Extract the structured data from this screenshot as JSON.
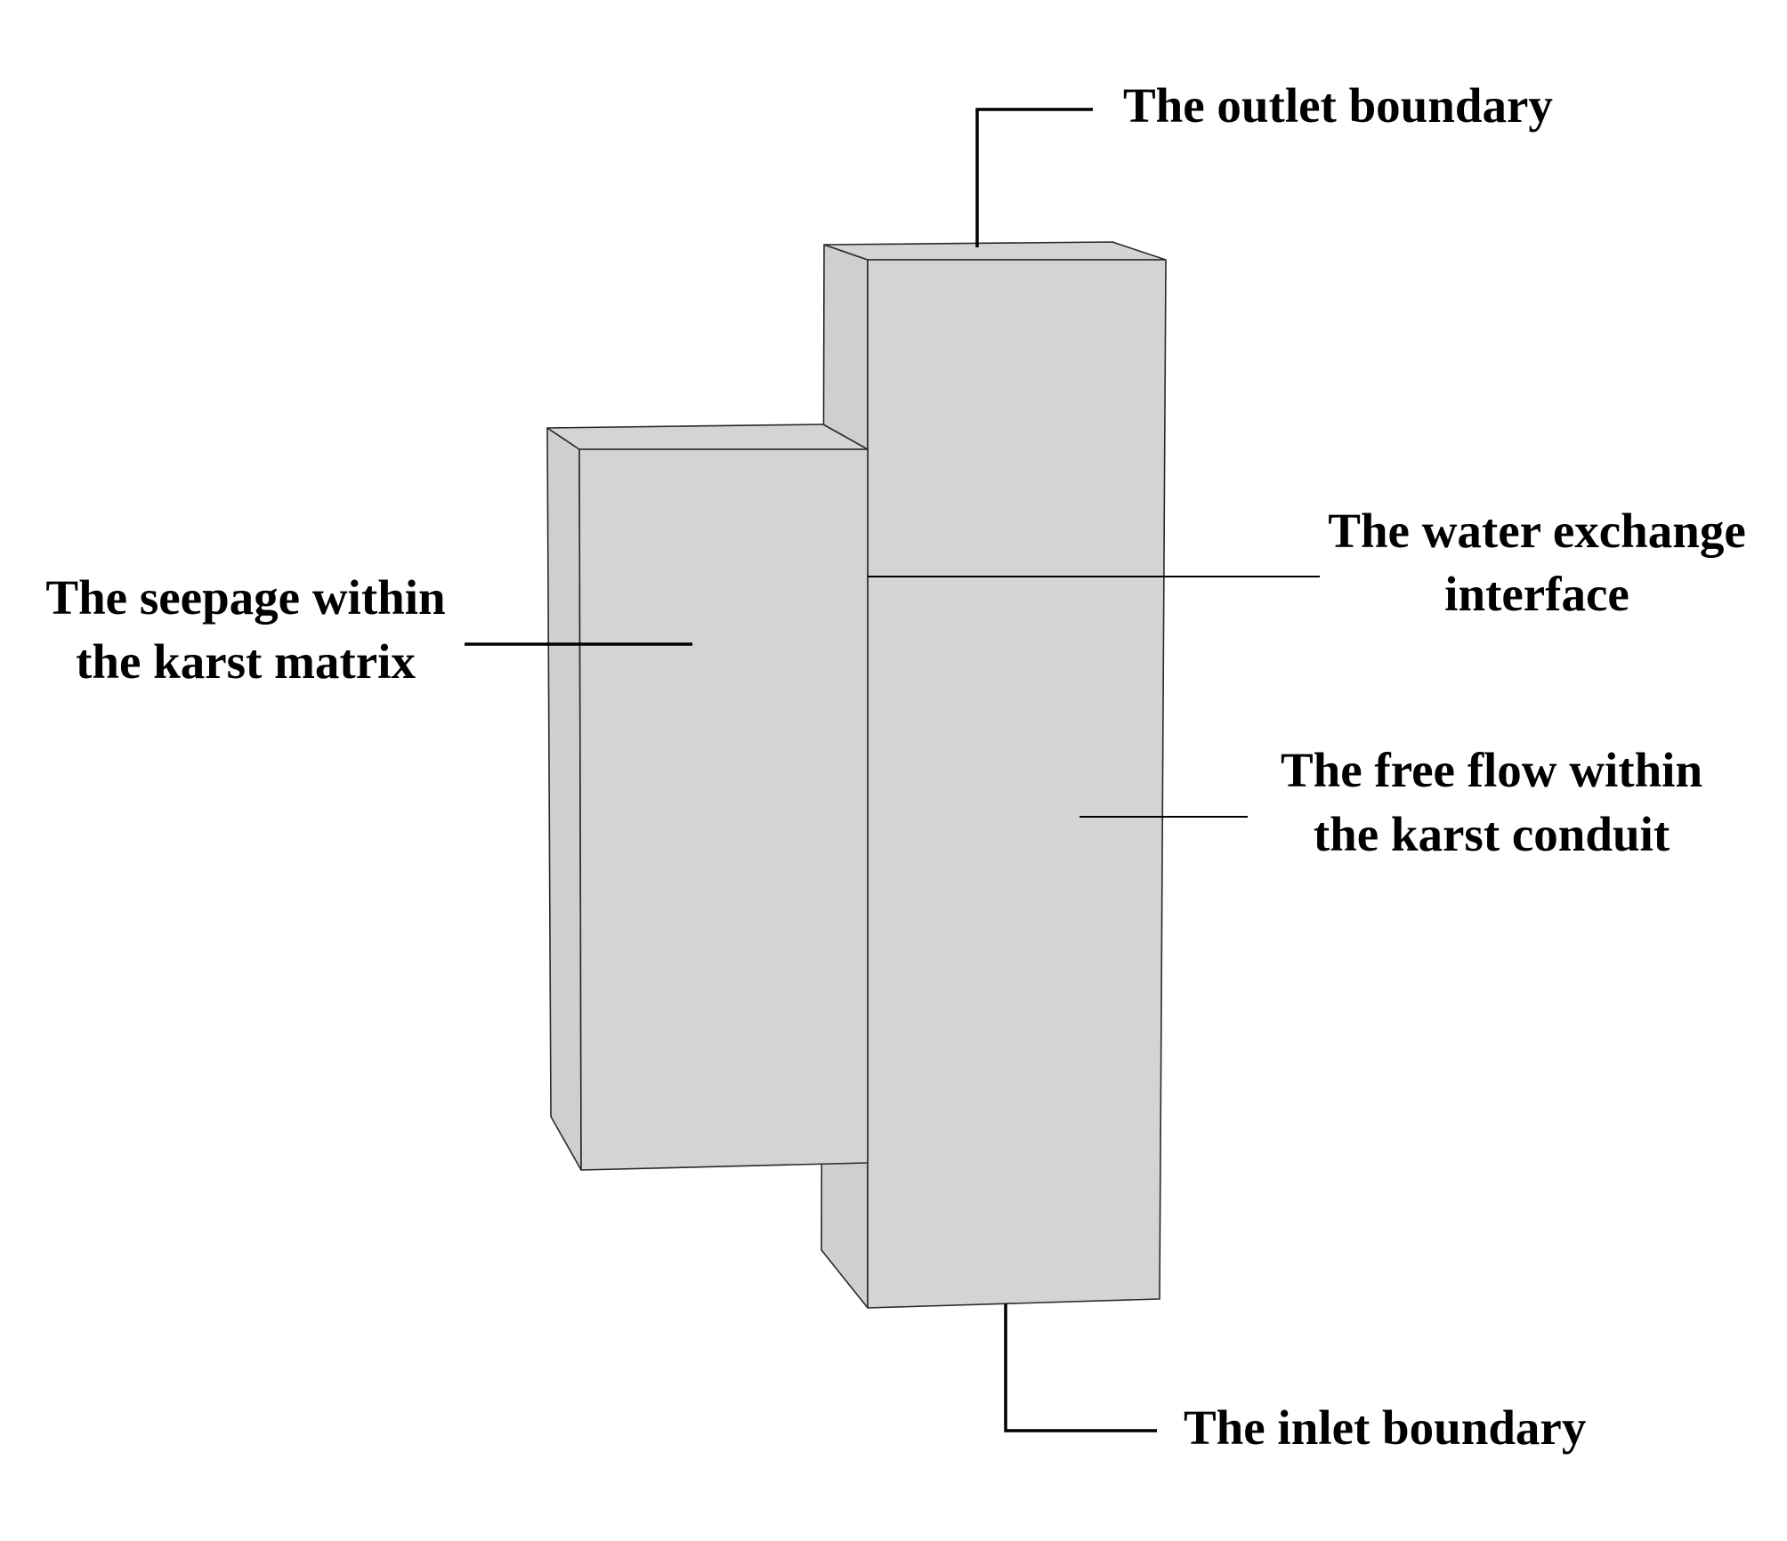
{
  "labels": {
    "outlet": "The outlet boundary",
    "exchange_line1": "The water exchange",
    "exchange_line2": "interface",
    "seepage_line1": "The seepage within",
    "seepage_line2": "the karst matrix",
    "free_flow_line1": "The free flow within",
    "free_flow_line2": "the karst conduit",
    "inlet": "The inlet boundary"
  },
  "colors": {
    "block_face": "#d4d4d4",
    "outline": "#2a2a2a",
    "text": "#000000",
    "background": "#ffffff"
  }
}
